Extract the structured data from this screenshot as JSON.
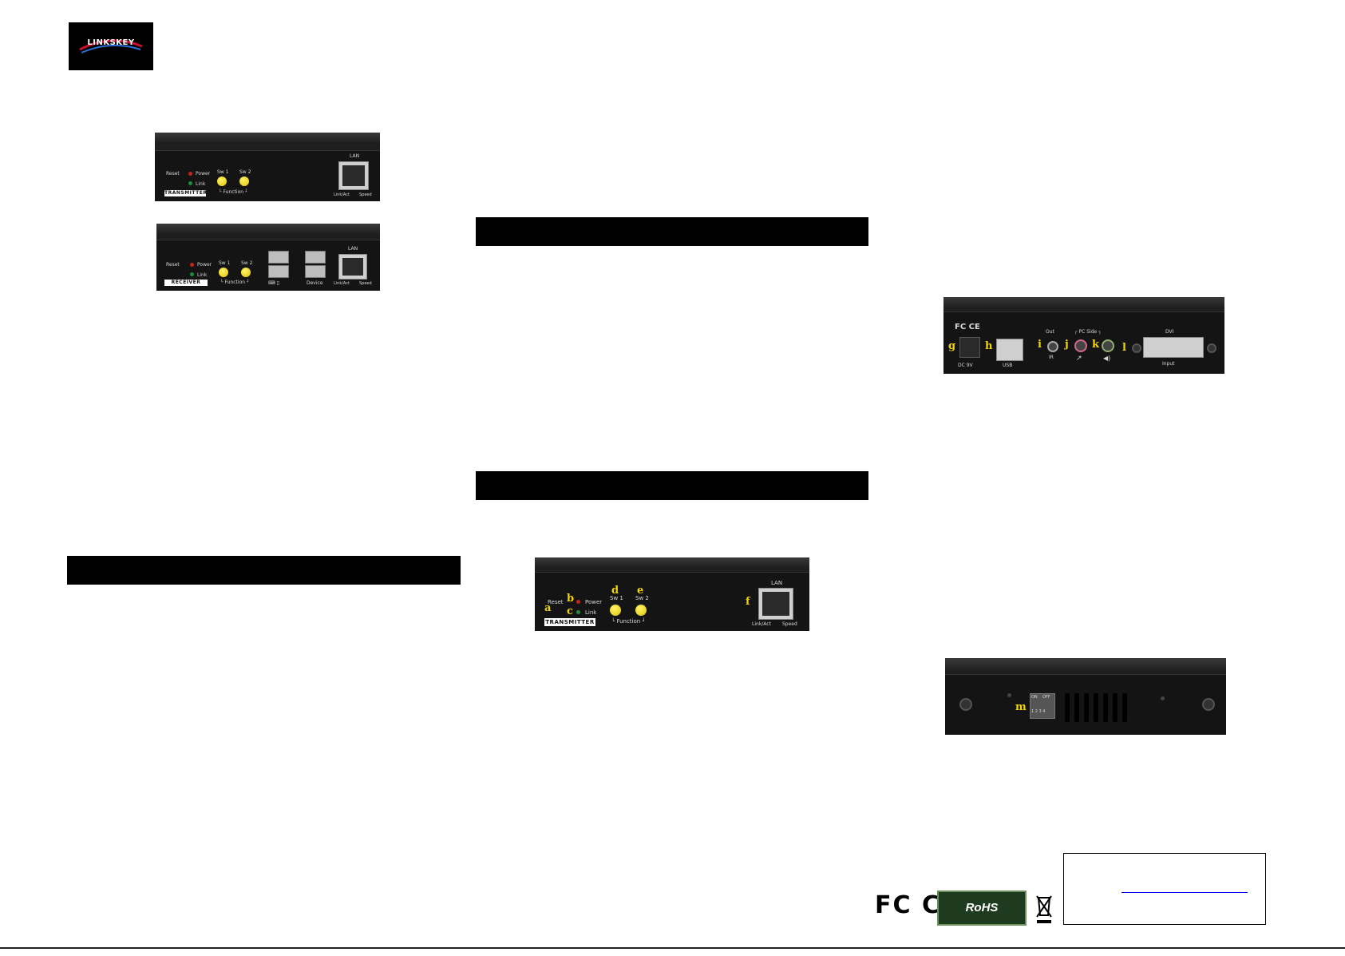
{
  "logo": {
    "text": "LINKSKEY"
  },
  "transmitter_top": {
    "reset": "Reset",
    "power": "Power",
    "link": "Link",
    "sw1": "Sw 1",
    "sw2": "Sw 2",
    "function": "└ Function ┘",
    "plate": "TRANSMITTER",
    "lan": "LAN",
    "linkact": "Link/Act",
    "speed": "Speed"
  },
  "receiver": {
    "reset": "Reset",
    "power": "Power",
    "link": "Link",
    "sw1": "Sw 1",
    "sw2": "Sw 2",
    "function": "└ Function ┘",
    "plate": "RECEIVER",
    "device": "Device",
    "lan": "LAN",
    "linkact": "Link/Act",
    "speed": "Speed"
  },
  "transmitter_labeled": {
    "reset": "Reset",
    "power": "Power",
    "link": "Link",
    "sw1": "Sw 1",
    "sw2": "Sw 2",
    "function": "└ Function ┘",
    "plate": "TRANSMITTER",
    "lan": "LAN",
    "linkact": "Link/Act",
    "speed": "Speed",
    "callouts": {
      "a": "a",
      "b": "b",
      "c": "c",
      "d": "d",
      "e": "e",
      "f": "f"
    }
  },
  "rear_panel": {
    "fcce": "FC CE",
    "dc": "DC 9V",
    "usb": "USB",
    "out": "Out",
    "ir": "IR",
    "pcside": "┌ PC Side ┐",
    "dvi": "DVI",
    "input": "Input",
    "callouts": {
      "g": "g",
      "h": "h",
      "i": "i",
      "j": "j",
      "k": "k",
      "l": "l"
    }
  },
  "side_panel": {
    "dip_on": "ON",
    "dip_off": "OFF",
    "dip_nums": "1 2 3 4",
    "callouts": {
      "m": "m"
    }
  },
  "certifications": {
    "fcce": "FC CE",
    "rohs": "RoHS Compliant"
  }
}
